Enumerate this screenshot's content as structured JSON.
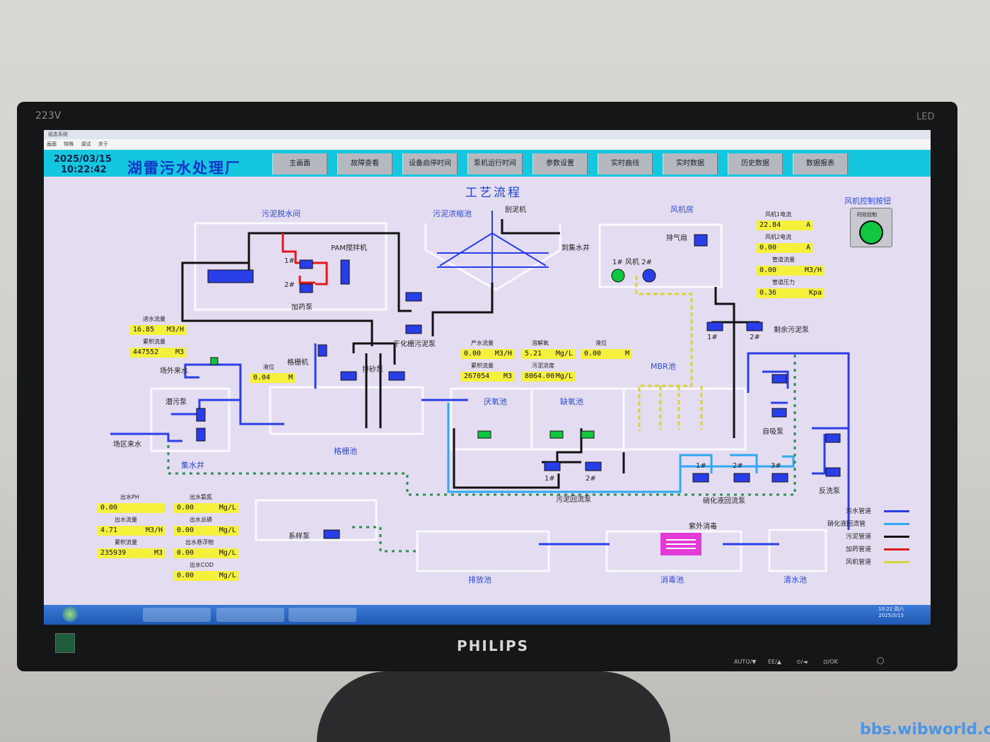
{
  "bezel": {
    "brand": "223V",
    "led": "LED",
    "maker": "PHILIPS",
    "osd": [
      "AUTO/▼",
      "EE/▲",
      "⊙/◄",
      "⊡/OK"
    ]
  },
  "watermark": "bbs.wibworld.com",
  "window": {
    "title": "组态系统",
    "menu": [
      "画面",
      "特殊",
      "调试",
      "关于"
    ]
  },
  "header": {
    "date": "2025/03/15",
    "time": "10:22:42",
    "plant": "湖雷污水处理厂"
  },
  "nav": [
    "主画面",
    "故障查看",
    "设备启停时间",
    "泵机运行时间",
    "参数设置",
    "实时曲线",
    "实时数据",
    "历史数据",
    "数据报表"
  ],
  "process_title": "工艺流程",
  "areas": {
    "sludge_room": "污泥脱水间",
    "thickener": "污泥浓缩池",
    "fan_room": "风机房",
    "fan_ctrl": "风机控制按钮",
    "mbr": "MBR池",
    "anaerobic": "厌氧池",
    "anoxic": "缺氧池",
    "grit": "格栅池",
    "collect": "集水井",
    "discharge": "排放池",
    "disinfect": "消毒池",
    "clear": "清水池"
  },
  "labels": {
    "scraper": "刮泥机",
    "sump": "到集水井",
    "exhaust": "排气扇",
    "fans": "1#  风机  2#",
    "pam": "PAM搅拌机",
    "dosing": "加药泵",
    "dry": "干化栅污泥泵",
    "grit_machine": "格栅机",
    "sand": "排砂泵",
    "sewage_pump": "潜污泵",
    "site_in": "场外来水",
    "area_in": "场区来水",
    "surplus": "剩余污泥泵",
    "self_priming": "自吸泵",
    "backwash": "反洗泵",
    "sludge_return": "污泥回流泵",
    "nitrify_return": "硝化液回流泵",
    "lift": "系样泵",
    "uv": "紫外消毒",
    "fan_ctrl_btn": "时段控制",
    "pump_1": "1#",
    "pump_2": "2#",
    "pump_3": "3#"
  },
  "readings": {
    "fan1_current": {
      "label": "风机1电流",
      "value": "22.84",
      "unit": "A"
    },
    "fan2_current": {
      "label": "风机2电流",
      "value": "0.00",
      "unit": "A"
    },
    "pipe_flow": {
      "label": "管道流量",
      "value": "0.00",
      "unit": "M3/H"
    },
    "pipe_pressure": {
      "label": "管道压力",
      "value": "0.36",
      "unit": "Kpa"
    },
    "inflow": {
      "label": "进水流量",
      "value": "16.85",
      "unit": "M3/H"
    },
    "in_total": {
      "label": "累积流量",
      "value": "447552",
      "unit": "M3"
    },
    "grit_level": {
      "label": "液位",
      "value": "0.04",
      "unit": "M"
    },
    "prod_flow": {
      "label": "产水流量",
      "value": "0.00",
      "unit": "M3/H"
    },
    "prod_total": {
      "label": "累积流量",
      "value": "267054",
      "unit": "M3"
    },
    "do": {
      "label": "溶解氧",
      "value": "5.21",
      "unit": "Mg/L"
    },
    "mlss": {
      "label": "污泥浓度",
      "value": "8064.00",
      "unit": "Mg/L"
    },
    "mbr_level": {
      "label": "液位",
      "value": "0.00",
      "unit": "M"
    },
    "out_ph": {
      "label": "出水PH",
      "value": "0.00",
      "unit": ""
    },
    "out_nh3": {
      "label": "出水氨氮",
      "value": "0.00",
      "unit": "Mg/L"
    },
    "out_flow": {
      "label": "出水流量",
      "value": "4.71",
      "unit": "M3/H"
    },
    "out_tp": {
      "label": "出水总磷",
      "value": "0.00",
      "unit": "Mg/L"
    },
    "out_total": {
      "label": "累积流量",
      "value": "235939",
      "unit": "M3"
    },
    "out_ss": {
      "label": "出水悬浮物",
      "value": "0.00",
      "unit": "Mg/L"
    },
    "out_cod": {
      "label": "出水COD",
      "value": "0.00",
      "unit": "Mg/L"
    }
  },
  "legend": [
    {
      "label": "污水管道",
      "color": "#2a3ee8"
    },
    {
      "label": "硝化液回流管",
      "color": "#2fa9f0"
    },
    {
      "label": "污泥管道",
      "color": "#111111"
    },
    {
      "label": "加药管道",
      "color": "#e01a1a"
    },
    {
      "label": "风机管道",
      "color": "#d8d43a"
    }
  ],
  "taskbar": {
    "time": "10:22 周六",
    "date": "2025/3/15"
  }
}
